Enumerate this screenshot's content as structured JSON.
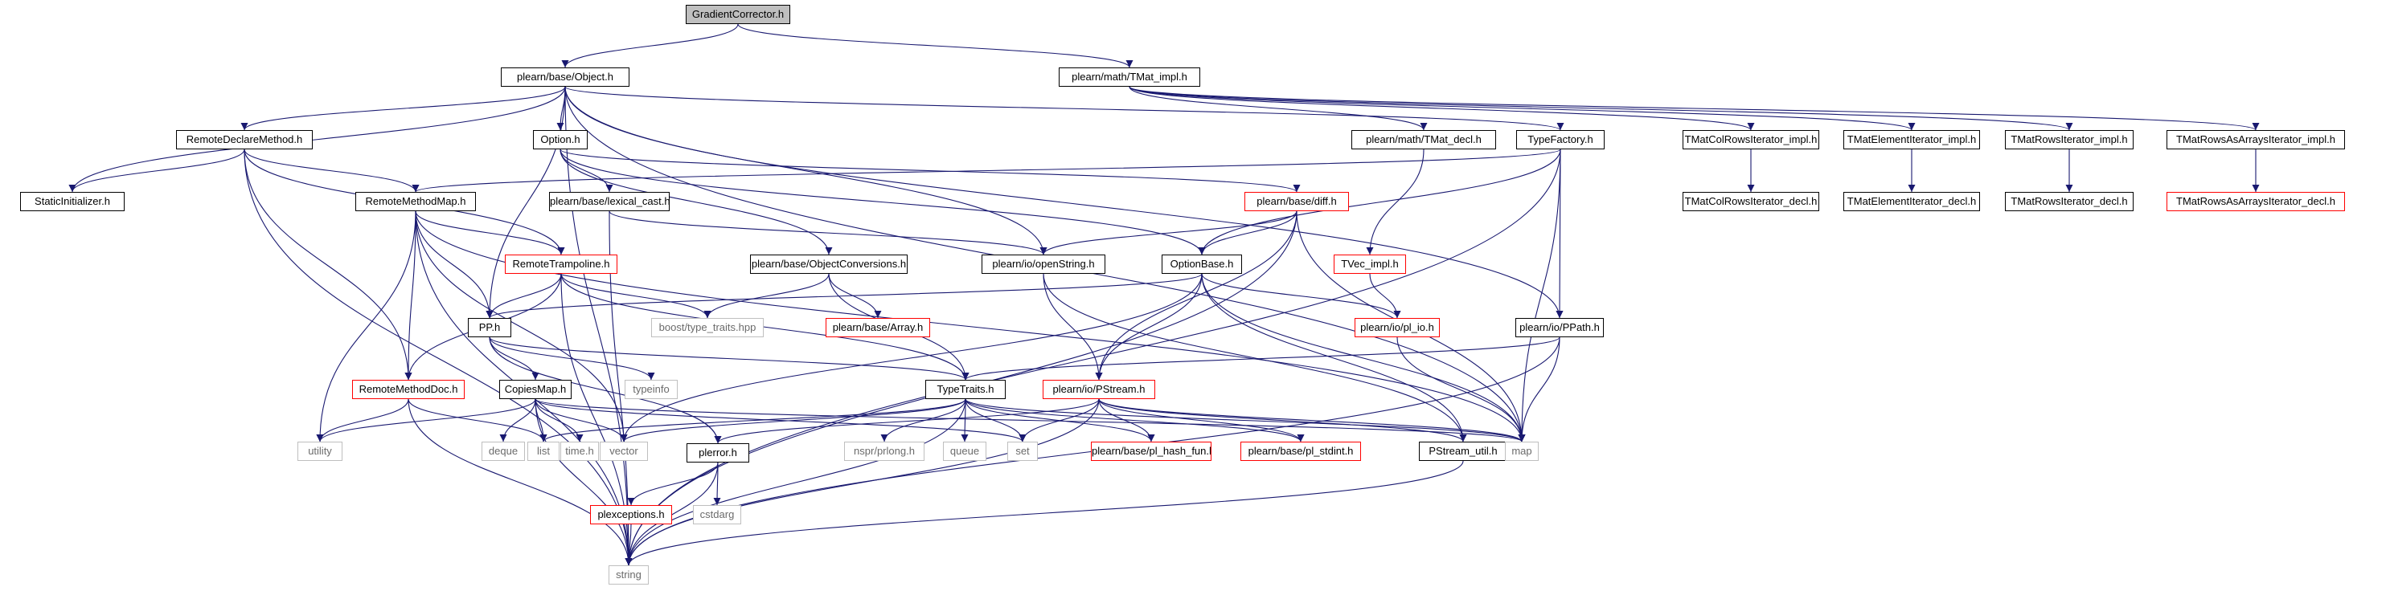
{
  "colors": {
    "edge": "#191970",
    "root_fill": "#bfbfbf",
    "incomplete_border": "#ff0000",
    "external_border": "#bfbfbf",
    "external_text": "#6b6b6b"
  },
  "nodes": {
    "gc": {
      "label": "GradientCorrector.h",
      "kind": "root"
    },
    "obj": {
      "label": "plearn/base/Object.h",
      "kind": "normal"
    },
    "tmatimpl": {
      "label": "plearn/math/TMat_impl.h",
      "kind": "normal"
    },
    "rdm": {
      "label": "RemoteDeclareMethod.h",
      "kind": "normal"
    },
    "option": {
      "label": "Option.h",
      "kind": "normal"
    },
    "tmatdecl": {
      "label": "plearn/math/TMat_decl.h",
      "kind": "normal"
    },
    "tf": {
      "label": "TypeFactory.h",
      "kind": "normal"
    },
    "tcri": {
      "label": "TMatColRowsIterator_impl.h",
      "kind": "normal"
    },
    "tei": {
      "label": "TMatElementIterator_impl.h",
      "kind": "normal"
    },
    "tri": {
      "label": "TMatRowsIterator_impl.h",
      "kind": "normal"
    },
    "trai": {
      "label": "TMatRowsAsArraysIterator_impl.h",
      "kind": "normal"
    },
    "si": {
      "label": "StaticInitializer.h",
      "kind": "normal"
    },
    "rmm": {
      "label": "RemoteMethodMap.h",
      "kind": "normal"
    },
    "lc": {
      "label": "plearn/base/lexical_cast.h",
      "kind": "normal"
    },
    "diff": {
      "label": "plearn/base/diff.h",
      "kind": "red"
    },
    "tcrd": {
      "label": "TMatColRowsIterator_decl.h",
      "kind": "normal"
    },
    "ted": {
      "label": "TMatElementIterator_decl.h",
      "kind": "normal"
    },
    "trd": {
      "label": "TMatRowsIterator_decl.h",
      "kind": "normal"
    },
    "trad": {
      "label": "TMatRowsAsArraysIterator_decl.h",
      "kind": "red"
    },
    "rt": {
      "label": "RemoteTrampoline.h",
      "kind": "red"
    },
    "oc": {
      "label": "plearn/base/ObjectConversions.h",
      "kind": "normal"
    },
    "os": {
      "label": "plearn/io/openString.h",
      "kind": "normal"
    },
    "ob": {
      "label": "OptionBase.h",
      "kind": "normal"
    },
    "tvec": {
      "label": "TVec_impl.h",
      "kind": "red"
    },
    "btt": {
      "label": "boost/type_traits.hpp",
      "kind": "gray"
    },
    "arr": {
      "label": "plearn/base/Array.h",
      "kind": "red"
    },
    "pp": {
      "label": "PP.h",
      "kind": "normal"
    },
    "plio": {
      "label": "plearn/io/pl_io.h",
      "kind": "red"
    },
    "ppath": {
      "label": "plearn/io/PPath.h",
      "kind": "normal"
    },
    "typeinfo": {
      "label": "typeinfo",
      "kind": "gray"
    },
    "rmd": {
      "label": "RemoteMethodDoc.h",
      "kind": "red"
    },
    "cm": {
      "label": "CopiesMap.h",
      "kind": "normal"
    },
    "tt": {
      "label": "TypeTraits.h",
      "kind": "normal"
    },
    "ps": {
      "label": "plearn/io/PStream.h",
      "kind": "red"
    },
    "utility": {
      "label": "utility",
      "kind": "gray"
    },
    "deque": {
      "label": "deque",
      "kind": "gray"
    },
    "list": {
      "label": "list",
      "kind": "gray"
    },
    "timeh": {
      "label": "time.h",
      "kind": "gray"
    },
    "vector": {
      "label": "vector",
      "kind": "gray"
    },
    "perror": {
      "label": "plerror.h",
      "kind": "normal"
    },
    "nspr": {
      "label": "nspr/prlong.h",
      "kind": "gray"
    },
    "queue": {
      "label": "queue",
      "kind": "gray"
    },
    "set": {
      "label": "set",
      "kind": "gray"
    },
    "phf": {
      "label": "plearn/base/pl_hash_fun.h",
      "kind": "red"
    },
    "pstdint": {
      "label": "plearn/base/pl_stdint.h",
      "kind": "red"
    },
    "psu": {
      "label": "PStream_util.h",
      "kind": "normal"
    },
    "map": {
      "label": "map",
      "kind": "gray"
    },
    "pexc": {
      "label": "plexceptions.h",
      "kind": "red"
    },
    "cstdarg": {
      "label": "cstdarg",
      "kind": "gray"
    },
    "string": {
      "label": "string",
      "kind": "gray"
    }
  },
  "edges": [
    [
      "gc",
      "obj"
    ],
    [
      "gc",
      "tmatimpl"
    ],
    [
      "obj",
      "rdm"
    ],
    [
      "obj",
      "option"
    ],
    [
      "obj",
      "tf"
    ],
    [
      "obj",
      "si"
    ],
    [
      "obj",
      "os"
    ],
    [
      "obj",
      "pp"
    ],
    [
      "obj",
      "ppath"
    ],
    [
      "obj",
      "map"
    ],
    [
      "obj",
      "string"
    ],
    [
      "tmatimpl",
      "tmatdecl"
    ],
    [
      "tmatimpl",
      "tcri"
    ],
    [
      "tmatimpl",
      "tei"
    ],
    [
      "tmatimpl",
      "tri"
    ],
    [
      "tmatimpl",
      "trai"
    ],
    [
      "tcri",
      "tcrd"
    ],
    [
      "tei",
      "ted"
    ],
    [
      "tri",
      "trd"
    ],
    [
      "trai",
      "trad"
    ],
    [
      "tmatdecl",
      "tvec"
    ],
    [
      "tvec",
      "plio"
    ],
    [
      "rdm",
      "si"
    ],
    [
      "rdm",
      "rmm"
    ],
    [
      "rdm",
      "rt"
    ],
    [
      "rdm",
      "rmd"
    ],
    [
      "rdm",
      "string"
    ],
    [
      "option",
      "lc"
    ],
    [
      "option",
      "diff"
    ],
    [
      "option",
      "oc"
    ],
    [
      "option",
      "ob"
    ],
    [
      "tf",
      "rmm"
    ],
    [
      "tf",
      "ob"
    ],
    [
      "tf",
      "ppath"
    ],
    [
      "tf",
      "map"
    ],
    [
      "tf",
      "string"
    ],
    [
      "rmm",
      "rt"
    ],
    [
      "rmm",
      "pp"
    ],
    [
      "rmm",
      "rmd"
    ],
    [
      "rmm",
      "utility"
    ],
    [
      "rmm",
      "vector"
    ],
    [
      "rmm",
      "map"
    ],
    [
      "rmm",
      "string"
    ],
    [
      "lc",
      "os"
    ],
    [
      "lc",
      "string"
    ],
    [
      "diff",
      "os"
    ],
    [
      "diff",
      "ob"
    ],
    [
      "diff",
      "ps"
    ],
    [
      "diff",
      "map"
    ],
    [
      "diff",
      "string"
    ],
    [
      "rt",
      "btt"
    ],
    [
      "rt",
      "pp"
    ],
    [
      "rt",
      "rmd"
    ],
    [
      "rt",
      "tt"
    ],
    [
      "rt",
      "string"
    ],
    [
      "oc",
      "btt"
    ],
    [
      "oc",
      "arr"
    ],
    [
      "oc",
      "tt"
    ],
    [
      "os",
      "ps"
    ],
    [
      "os",
      "psu"
    ],
    [
      "ob",
      "pp"
    ],
    [
      "ob",
      "plio"
    ],
    [
      "ob",
      "ps"
    ],
    [
      "ob",
      "vector"
    ],
    [
      "ob",
      "map"
    ],
    [
      "ob",
      "psu"
    ],
    [
      "plio",
      "map"
    ],
    [
      "ppath",
      "tt"
    ],
    [
      "ppath",
      "map"
    ],
    [
      "ppath",
      "string"
    ],
    [
      "pp",
      "typeinfo"
    ],
    [
      "pp",
      "cm"
    ],
    [
      "pp",
      "tt"
    ],
    [
      "pp",
      "perror"
    ],
    [
      "rmd",
      "utility"
    ],
    [
      "rmd",
      "list"
    ],
    [
      "rmd",
      "string"
    ],
    [
      "cm",
      "utility"
    ],
    [
      "cm",
      "deque"
    ],
    [
      "cm",
      "list"
    ],
    [
      "cm",
      "timeh"
    ],
    [
      "cm",
      "vector"
    ],
    [
      "cm",
      "set"
    ],
    [
      "cm",
      "map"
    ],
    [
      "cm",
      "string"
    ],
    [
      "tt",
      "list"
    ],
    [
      "tt",
      "vector"
    ],
    [
      "tt",
      "nspr"
    ],
    [
      "tt",
      "queue"
    ],
    [
      "tt",
      "set"
    ],
    [
      "tt",
      "phf"
    ],
    [
      "tt",
      "pstdint"
    ],
    [
      "tt",
      "map"
    ],
    [
      "tt",
      "string"
    ],
    [
      "ps",
      "perror"
    ],
    [
      "ps",
      "set"
    ],
    [
      "ps",
      "phf"
    ],
    [
      "ps",
      "pstdint"
    ],
    [
      "ps",
      "psu"
    ],
    [
      "ps",
      "map"
    ],
    [
      "ps",
      "string"
    ],
    [
      "perror",
      "pexc"
    ],
    [
      "perror",
      "cstdarg"
    ],
    [
      "perror",
      "string"
    ],
    [
      "pexc",
      "string"
    ],
    [
      "psu",
      "string"
    ]
  ]
}
